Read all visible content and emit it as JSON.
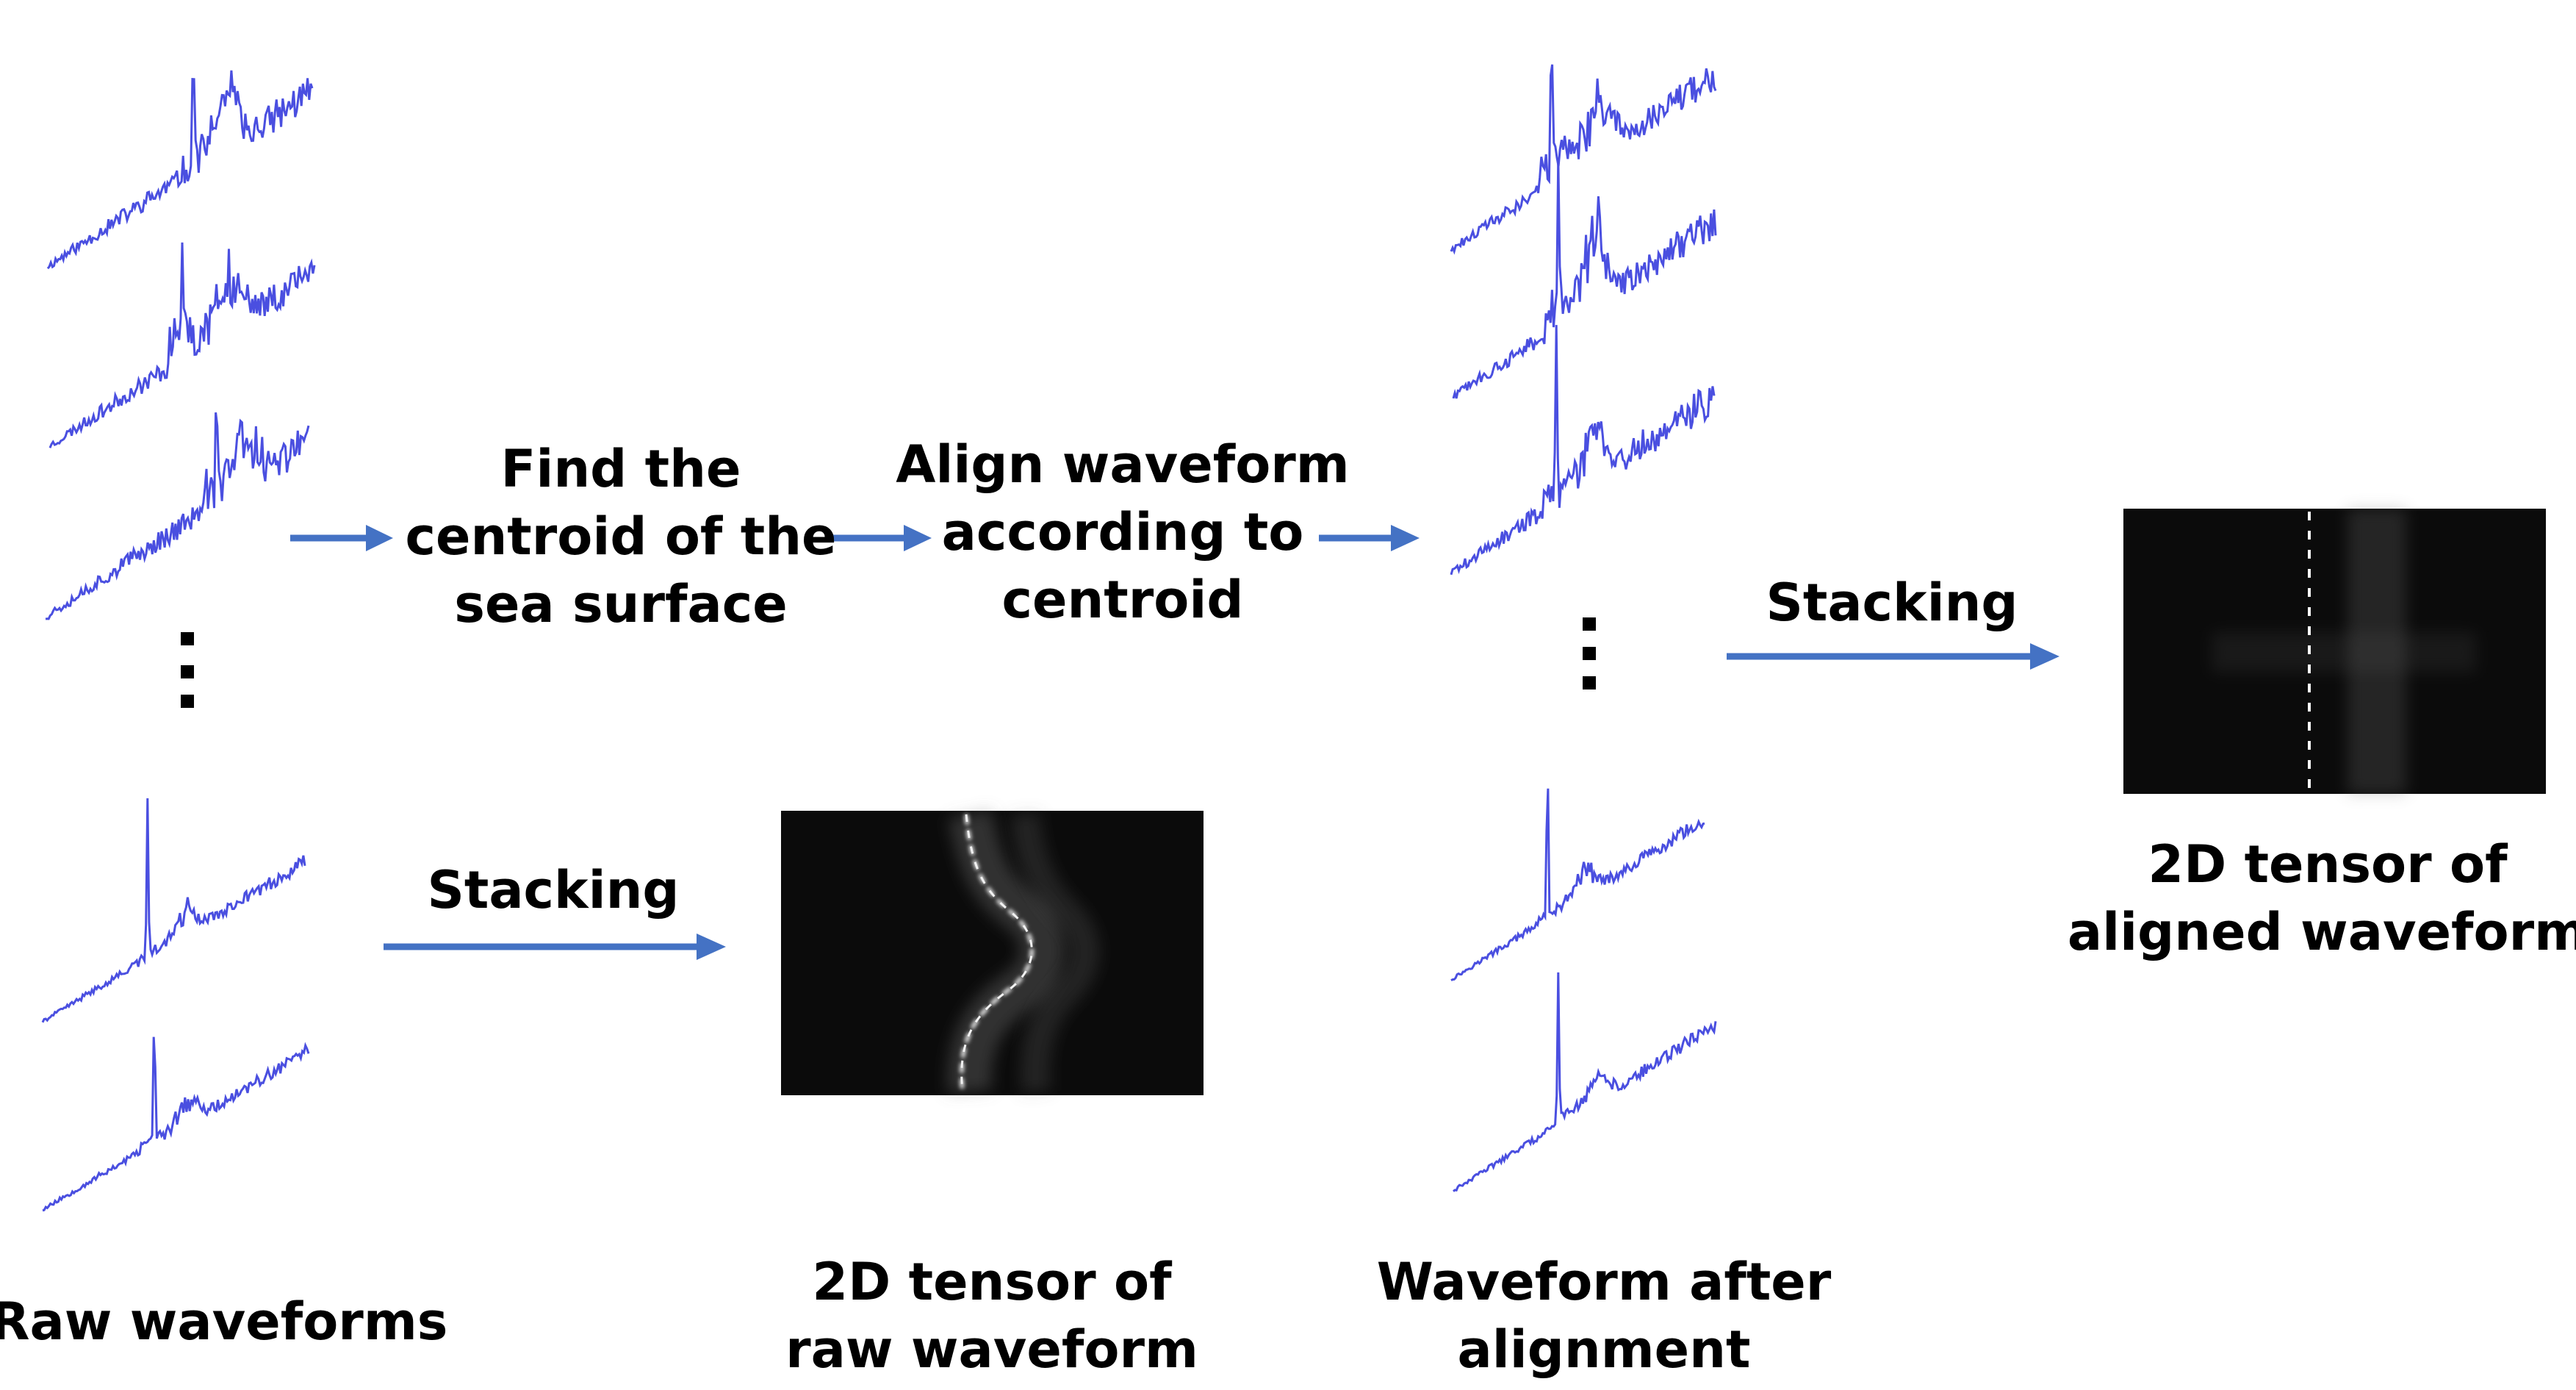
{
  "colors": {
    "waveform": "#4a4fe0",
    "arrow": "#4472c4",
    "tensor_background": "#0b0b0b",
    "text": "#000000"
  },
  "labels": {
    "raw_waveforms": "Raw waveforms",
    "find_centroid": [
      "Find the",
      "centroid of the",
      "sea surface"
    ],
    "align_waveform": [
      "Align waveform",
      "according to",
      "centroid"
    ],
    "stacking_top": "Stacking",
    "stacking_bottom": "Stacking",
    "tensor_raw": [
      "2D tensor of",
      "raw waveform"
    ],
    "waveform_after": [
      "Waveform after",
      "alignment"
    ],
    "tensor_aligned": [
      "2D tensor of",
      "aligned waveform"
    ]
  },
  "icons": {
    "ellipsis": "vertical-ellipsis-icon",
    "arrow": "right-arrow-icon"
  }
}
